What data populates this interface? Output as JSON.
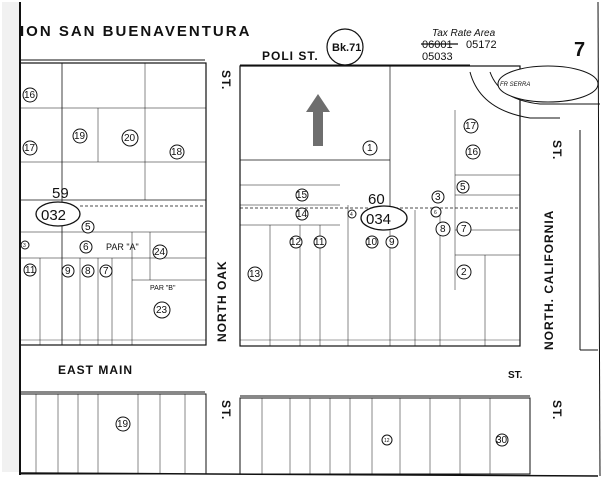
{
  "title": "ION SAN BUENAVENTURA",
  "book_label": "Bk.71",
  "tax_rate_area": {
    "label": "Tax Rate Area",
    "struck_code": "06001",
    "code_a": "05172",
    "code_b": "05033"
  },
  "page_number": "7",
  "streets": {
    "poli": "POLI ST.",
    "north_oak": "NORTH  OAK",
    "north_california": "NORTH.  CALIFORNIA",
    "east_main": "EAST MAIN",
    "st_top_left": "ST.",
    "st_bottom_left": "ST.",
    "st_main_right": "ST.",
    "st_cal_top": "ST.",
    "st_cal_bottom": "ST.",
    "fr_serra": "FR SERRA"
  },
  "blocks": [
    {
      "number": "59",
      "parcel_page": "032"
    },
    {
      "number": "60",
      "parcel_page": "034"
    }
  ],
  "parcels_left": [
    "16",
    "17",
    "19",
    "20",
    "18",
    "5",
    "6",
    "24",
    "11",
    "9",
    "8",
    "7",
    "23",
    "3"
  ],
  "parcels_center": [
    "1",
    "15",
    "14",
    "13",
    "12",
    "11",
    "10",
    "9",
    "8",
    "7",
    "6",
    "5",
    "4",
    "3",
    "2",
    "17",
    "16"
  ],
  "parcel_labels": {
    "par_a": "PAR \"A\"",
    "par_b": "PAR \"B\""
  },
  "bottom_parcels": [
    "19",
    "12",
    "30"
  ],
  "arrow_color": "#6e6e6e",
  "ink_color": "#111111"
}
